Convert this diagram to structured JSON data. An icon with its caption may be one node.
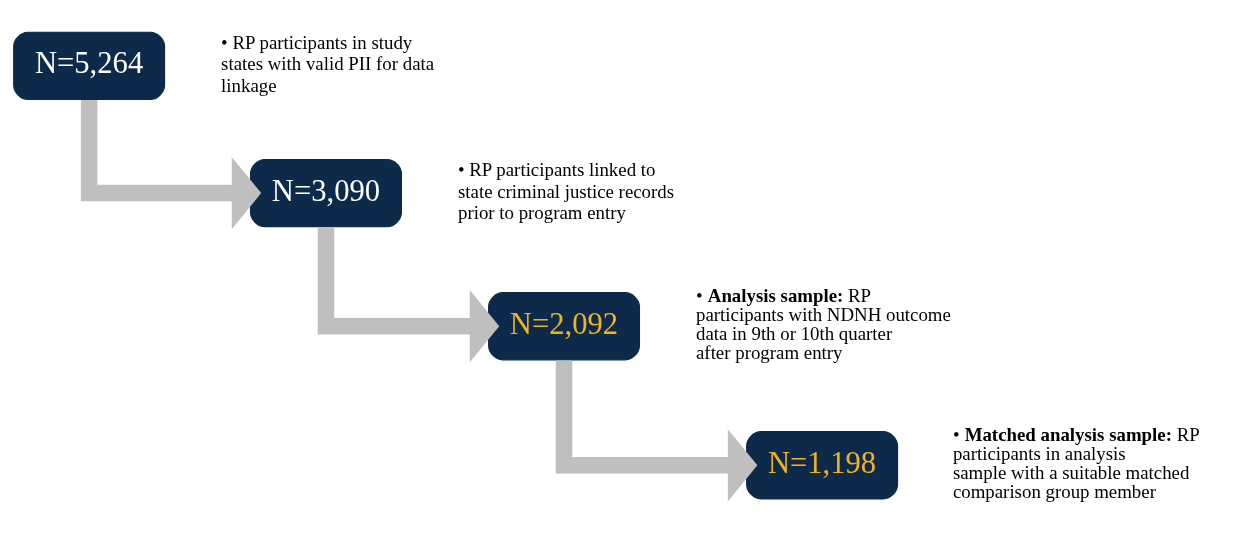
{
  "diagram": {
    "nodes": [
      {
        "text": [
          "N=5,264"
        ],
        "beside": [
          "• RP participants in study states with valid PII for data linkage"
        ]
      },
      {
        "text": [
          "N=3,090"
        ],
        "beside": [
          "• RP participants linked to state criminal justice records prior to program entry"
        ]
      },
      {
        "text": [
          "N=2,092"
        ],
        "beside": [
          "• **Analysis sample:** RP participants with NDNH outcome data in 9th or 10th quarter after program entry"
        ]
      },
      {
        "text": [
          "N=1,198"
        ],
        "beside": [
          "• **Matched analysis sample:** RP participants in analysis sample with a suitable matched comparison group member"
        ]
      }
    ],
    "edges": [
      {
        "from": 0,
        "to": 1,
        "arrow": "to"
      },
      {
        "from": 1,
        "to": 2,
        "arrow": "to"
      },
      {
        "from": 2,
        "to": 3,
        "arrow": "to"
      }
    ]
  }
}
